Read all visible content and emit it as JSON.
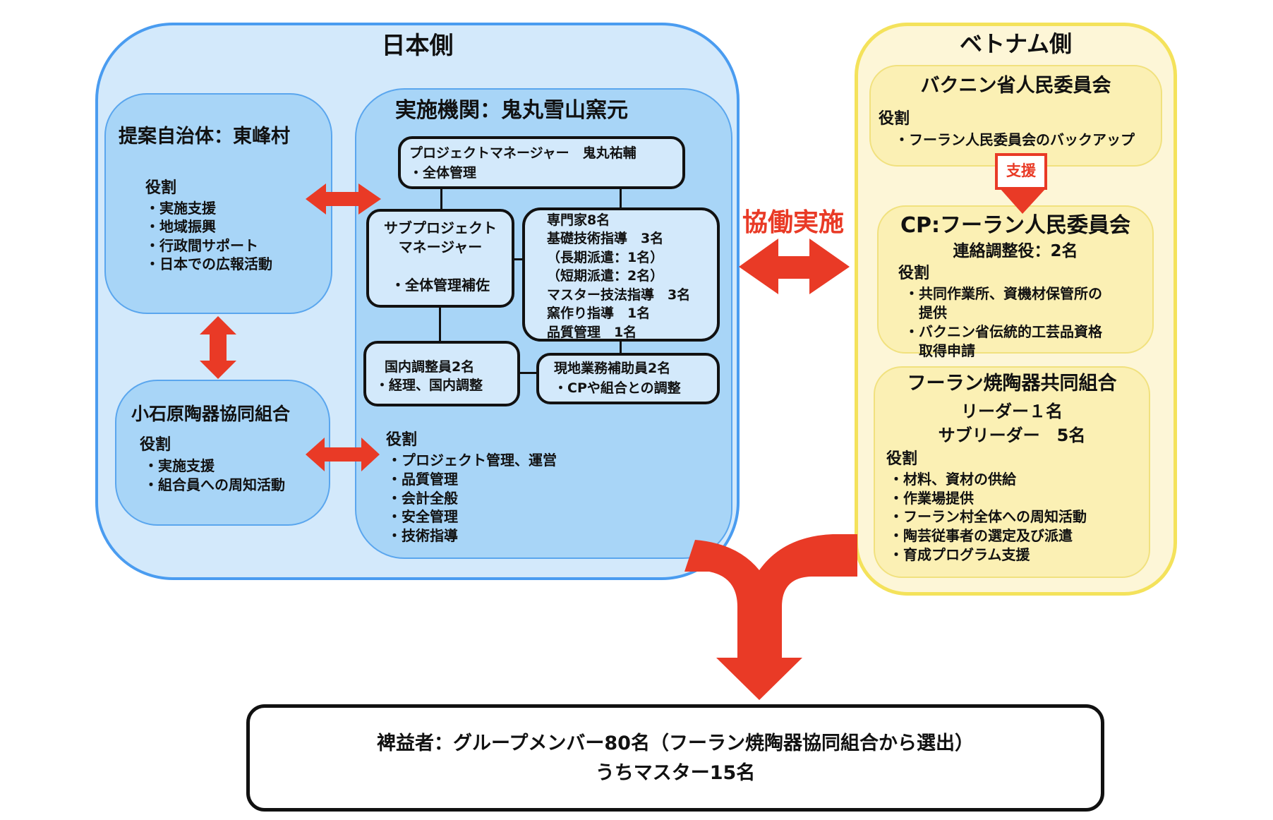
{
  "colors": {
    "arrow_red": "#e93a26",
    "japan_outer_fill": "#d3e9fb",
    "japan_border": "#4a9cf0",
    "japan_inner_fill": "#a8d5f7",
    "vietnam_outer_fill": "#fdf6d7",
    "vietnam_border": "#f4e25b",
    "vietnam_inner_fill": "#fbf0b4"
  },
  "japan": {
    "title": "日本側",
    "proposer": {
      "title": "提案自治体：東峰村",
      "roles_label": "役割",
      "roles": [
        "・実施支援",
        "・地域振興",
        "・行政間サポート",
        "・日本での広報活動"
      ]
    },
    "koishiwara": {
      "title": "小石原陶器協同組合",
      "roles_label": "役割",
      "roles": [
        "・実施支援",
        "・組合員への周知活動"
      ]
    },
    "implementer": {
      "title": "実施機関：鬼丸雪山窯元",
      "pm": {
        "line1": "プロジェクトマネージャー　鬼丸祐輔",
        "line2": "・全体管理"
      },
      "sub_pm": {
        "line1": "サブプロジェクト",
        "line2": "マネージャー",
        "line3": "・全体管理補佐"
      },
      "experts": [
        "専門家8名",
        "基礎技術指導　3名",
        "（長期派遣：1名）",
        "（短期派遣：2名）",
        "マスター技法指導　3名",
        "窯作り指導　1名",
        "品質管理　1名"
      ],
      "domestic": {
        "line1": "国内調整員2名",
        "line2": "・経理、国内調整"
      },
      "local": {
        "line1": "現地業務補助員2名",
        "line2": "・CPや組合との調整"
      },
      "roles_label": "役割",
      "roles": [
        "・プロジェクト管理、運営",
        "・品質管理",
        "・会計全般",
        "・安全管理",
        "・技術指導"
      ]
    }
  },
  "collaboration_label": "協働実施",
  "vietnam": {
    "title": "ベトナム側",
    "bac_ninh": {
      "title": "バクニン省人民委員会",
      "roles_label": "役割",
      "roles": [
        "・フーラン人民委員会のバックアップ"
      ]
    },
    "support_label": "支援",
    "cp": {
      "title": "CP:フーラン人民委員会",
      "subtitle": "連絡調整役：2名",
      "roles_label": "役割",
      "roles": [
        "・共同作業所、資機材保管所の",
        "　提供",
        "・バクニン省伝統的工芸品資格",
        "　取得申請"
      ]
    },
    "cooperative": {
      "title": "フーラン焼陶器共同組合",
      "leader": "リーダー１名",
      "sub_leader": "サブリーダー　5名",
      "roles_label": "役割",
      "roles": [
        "・材料、資材の供給",
        "・作業場提供",
        "・フーラン村全体への周知活動",
        "・陶芸従事者の選定及び派遣",
        "・育成プログラム支援"
      ]
    }
  },
  "beneficiaries": {
    "line1": "裨益者：グループメンバー80名（フーラン焼陶器協同組合から選出）",
    "line2": "うちマスター15名"
  }
}
